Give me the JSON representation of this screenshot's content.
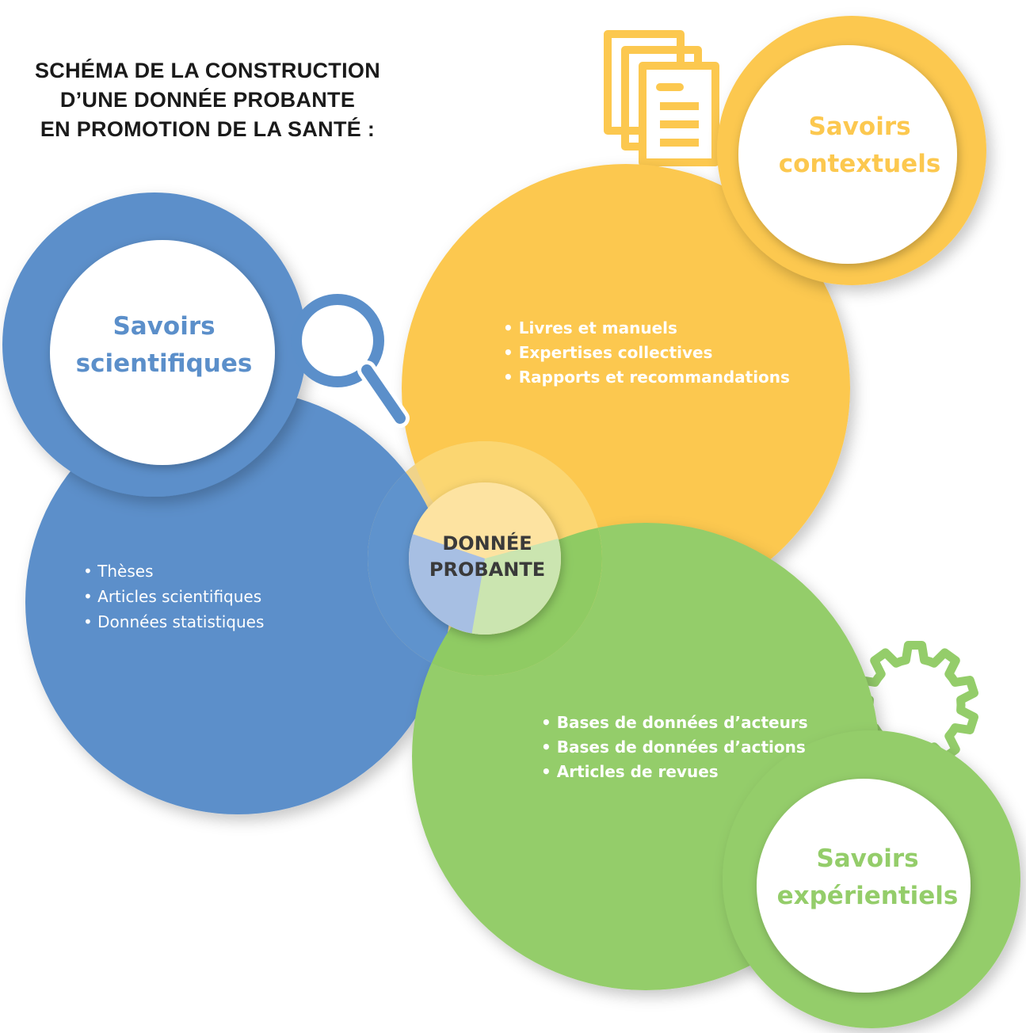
{
  "title": {
    "lines": [
      "SCHÉMA DE LA CONSTRUCTION",
      "D’UNE DONNÉE PROBANTE",
      "EN PROMOTION DE LA SANTÉ :"
    ]
  },
  "center": {
    "lines": [
      "DONNÉE",
      "PROBANTE"
    ]
  },
  "scientific": {
    "title_lines": [
      "Savoirs",
      "scientifiques"
    ],
    "items": [
      "• Thèses",
      "• Articles scientifiques",
      "• Données statistiques"
    ],
    "icon": "magnifier-icon",
    "color": "#5b8fca"
  },
  "contextual": {
    "title_lines": [
      "Savoirs",
      "contextuels"
    ],
    "items": [
      "• Livres et manuels",
      "• Expertises collectives",
      "• Rapports et recommandations"
    ],
    "icon": "documents-icon",
    "color": "#fcc84f"
  },
  "experiential": {
    "title_lines": [
      "Savoirs",
      "expérientiels"
    ],
    "items": [
      "• Bases de données d’acteurs",
      "• Bases de données d’actions",
      "• Articles de revues"
    ],
    "icon": "gear-icon",
    "color": "#94cd6a"
  }
}
